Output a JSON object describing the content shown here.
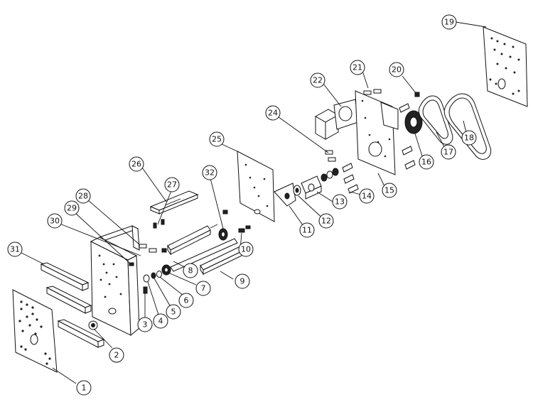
{
  "callouts": [
    {
      "id": "callout-1",
      "label": "1"
    },
    {
      "id": "callout-2",
      "label": "2"
    },
    {
      "id": "callout-3",
      "label": "3"
    },
    {
      "id": "callout-4",
      "label": "4"
    },
    {
      "id": "callout-5",
      "label": "5"
    },
    {
      "id": "callout-6",
      "label": "6"
    },
    {
      "id": "callout-7",
      "label": "7"
    },
    {
      "id": "callout-8",
      "label": "8"
    },
    {
      "id": "callout-9",
      "label": "9"
    },
    {
      "id": "callout-10",
      "label": "10"
    },
    {
      "id": "callout-11",
      "label": "11"
    },
    {
      "id": "callout-12",
      "label": "12"
    },
    {
      "id": "callout-13",
      "label": "13"
    },
    {
      "id": "callout-14",
      "label": "14"
    },
    {
      "id": "callout-15",
      "label": "15"
    },
    {
      "id": "callout-16",
      "label": "16"
    },
    {
      "id": "callout-17",
      "label": "17"
    },
    {
      "id": "callout-18",
      "label": "18"
    },
    {
      "id": "callout-19",
      "label": "19"
    },
    {
      "id": "callout-20",
      "label": "20"
    },
    {
      "id": "callout-21",
      "label": "21"
    },
    {
      "id": "callout-22",
      "label": "22"
    },
    {
      "id": "callout-24",
      "label": "24"
    },
    {
      "id": "callout-25",
      "label": "25"
    },
    {
      "id": "callout-26",
      "label": "26"
    },
    {
      "id": "callout-27",
      "label": "27"
    },
    {
      "id": "callout-28",
      "label": "28"
    },
    {
      "id": "callout-29",
      "label": "29"
    },
    {
      "id": "callout-30",
      "label": "30"
    },
    {
      "id": "callout-31",
      "label": "31"
    },
    {
      "id": "callout-32",
      "label": "32"
    }
  ]
}
